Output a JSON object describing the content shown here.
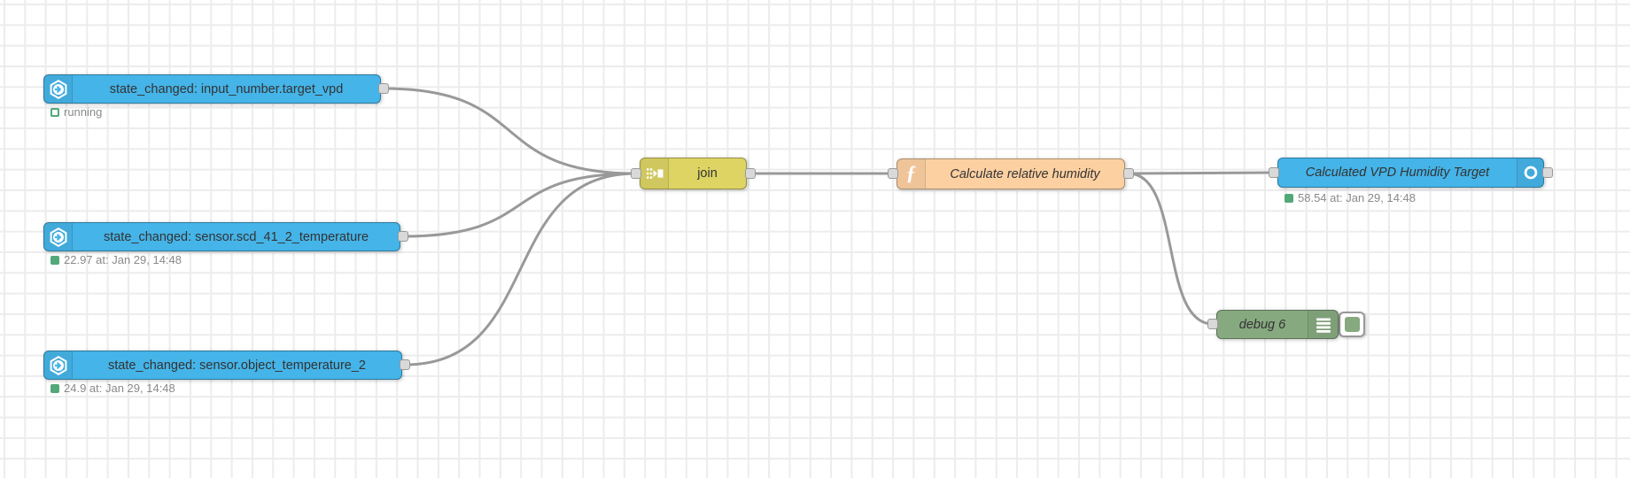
{
  "app": "node-red-flow-editor",
  "colors": {
    "ha_node_blue": "#45b4e8",
    "join_node_yellow": "#ddd464",
    "function_node_orange": "#fdd0a2",
    "debug_node_green": "#87a980",
    "status_green": "#53a877",
    "wire_gray": "#999999",
    "grid_line": "#ececec"
  },
  "icons": {
    "function_glyph": "ƒ"
  },
  "flow": {
    "nodes": {
      "trigger_vpd": {
        "label": "state_changed: input_number.target_vpd",
        "status": "running"
      },
      "trigger_scd41": {
        "label": "state_changed: sensor.scd_41_2_temperature",
        "status": "22.97 at: Jan 29, 14:48"
      },
      "trigger_object_temp": {
        "label": "state_changed: sensor.object_temperature_2",
        "status": "24.9 at: Jan 29, 14:48"
      },
      "join": {
        "label": "join"
      },
      "function": {
        "label": "Calculate relative humidity"
      },
      "entity": {
        "label": "Calculated VPD Humidity Target",
        "status": "58.54 at: Jan 29, 14:48"
      },
      "debug": {
        "label": "debug 6"
      }
    }
  }
}
